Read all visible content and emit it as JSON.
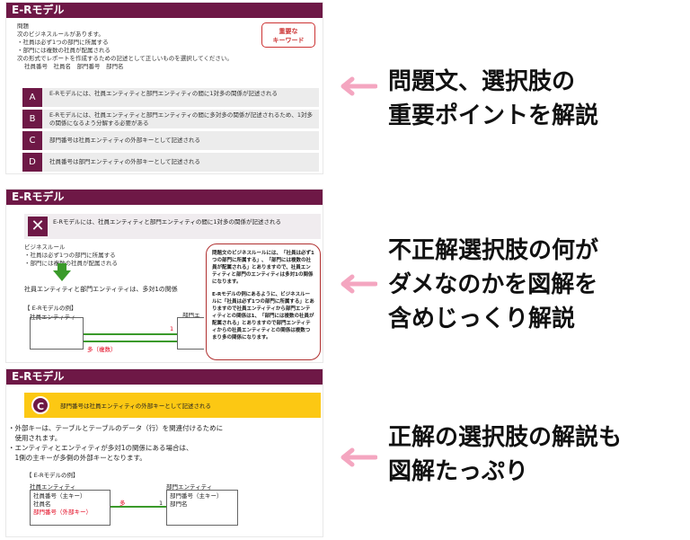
{
  "panel1": {
    "title": "E-Rモデル",
    "badge_line1": "重要な",
    "badge_line2": "キーワード",
    "q_heading": "問題",
    "q_intro": "次のビジネスルールがあります。",
    "q_rule1": "・社員は必ず1つの部門に所属する",
    "q_rule2": "・部門には複数の社員が配属される",
    "q_task": "次の形式でレポートを作成するための記述として正しいものを選択してください。",
    "q_fields": "社員番号　社員名　部門番号　部門名",
    "options": [
      {
        "label": "A",
        "text": "E-Rモデルには、社員エンティティと部門エンティティの間に1対多の関係が記述される"
      },
      {
        "label": "B",
        "text": "E-Rモデルには、社員エンティティと部門エンティティの間に多対多の関係が記述されるため、1対多の関係になるよう分解する必要がある"
      },
      {
        "label": "C",
        "text": "部門番号は社員エンティティの外部キーとして記述される"
      },
      {
        "label": "D",
        "text": "社員番号は部門エンティティの外部キーとして記述される"
      }
    ]
  },
  "panel2": {
    "title": "E-Rモデル",
    "x_text": "E-Rモデルには、社員エンティティと部門エンティティの間に1対多の関係が記述される",
    "rules_heading": "ビジネスルール",
    "rule1": "・社員は必ず1つの部門に所属する",
    "rule2": "・部門には複数の社員が配属される",
    "conclusion": "社員エンティティと部門エンティティは、多対1の関係",
    "example_heading": "【 E-Rモデルの例】",
    "entity1": "社員エンティティ",
    "entity2": "部門エ",
    "one": "1",
    "many": "多（複数）",
    "bubble_p1": "問題文のビジネスルールには、「社員は必ず1つの部門に所属する」、「部門には複数の社員が配属される」とありますので、社員エンティティと部門のエンティティは多対1の関係になります。",
    "bubble_p2": "E-Rモデルの例にあるように、ビジネスルールに「社員は必ず1つの部門に所属する」とありますので社員エンティティから部門エンティティとの関係は1、「部門には複数の社員が配属される」とありますので部門エンティティからの社員エンティティとの関係は複数つまり多の関係になります。"
  },
  "panel3": {
    "title": "E-Rモデル",
    "c_label": "C",
    "c_text": "部門番号は社員エンティティの外部キーとして記述される",
    "note1": "・外部キーは、テーブルとテーブルのデータ（行）を関連付けるために",
    "note1b": "　使用されます。",
    "note2": "・エンティティとエンティティが多対1の関係にある場合は、",
    "note2b": "　1側の主キーが多側の外部キーとなります。",
    "example_heading": "【 E-Rモデルの例】",
    "entity1": "社員エンティティ",
    "e1_row1": "社員番号（主キー）",
    "e1_row2": "社員名",
    "e1_row3": "部門番号（外部キー）",
    "entity2": "部門エンティティ",
    "e2_row1": "部門番号（主キー）",
    "e2_row2": "部門名",
    "many": "多",
    "one": "1"
  },
  "captions": {
    "c1_line1": "問題文、選択肢の",
    "c1_line2": "重要ポイントを解説",
    "c2_line1": "不正解選択肢の何が",
    "c2_line2": "ダメなのかを図解を",
    "c2_line3": "含めじっくり解説",
    "c3_line1": "正解の選択肢の解説も",
    "c3_line2": "図解たっぷり"
  },
  "colors": {
    "brand": "#6e1846",
    "accent_red": "#e2001a",
    "arrow_pink": "#f4a6c0",
    "highlight_yellow": "#fcc813"
  }
}
